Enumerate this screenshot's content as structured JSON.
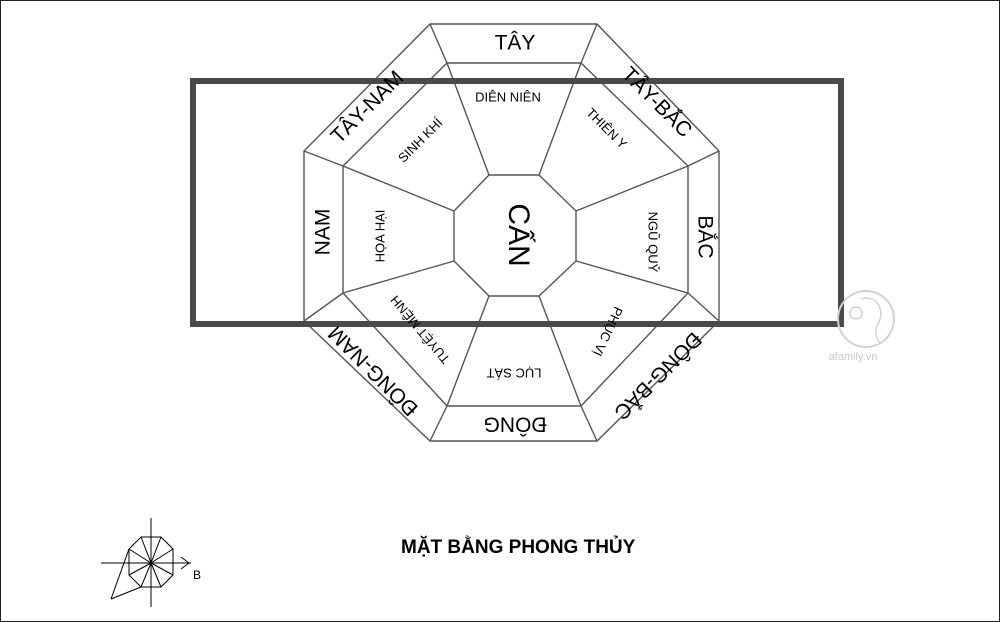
{
  "diagram": {
    "center_label": "CẤN",
    "outer_directions": {
      "north": "TÂY",
      "northeast": "TÂY-BẮC",
      "east": "BẮC",
      "southeast": "ĐÔNG-BẮC",
      "south": "ĐÔNG",
      "southwest": "ĐÔNG-NAM",
      "west": "NAM",
      "northwest": "TÂY-NAM"
    },
    "inner_sectors": {
      "north": "DIÊN NIÊN",
      "northeast": "THIÊN Y",
      "east": "NGŨ QUỶ",
      "southeast": "PHỤC VỊ",
      "south": "LỤC SÁT",
      "southwest": "TUYỆT MỆNH",
      "west": "HỌA HẠI",
      "northwest": "SINH KHÍ"
    }
  },
  "caption": "MẶT BẰNG PHONG THỦY",
  "compass": {
    "label": "B"
  },
  "watermark": {
    "text": "afamily.vn"
  },
  "colors": {
    "line": "#555555",
    "frame": "#4a4a4a",
    "text": "#000000"
  }
}
